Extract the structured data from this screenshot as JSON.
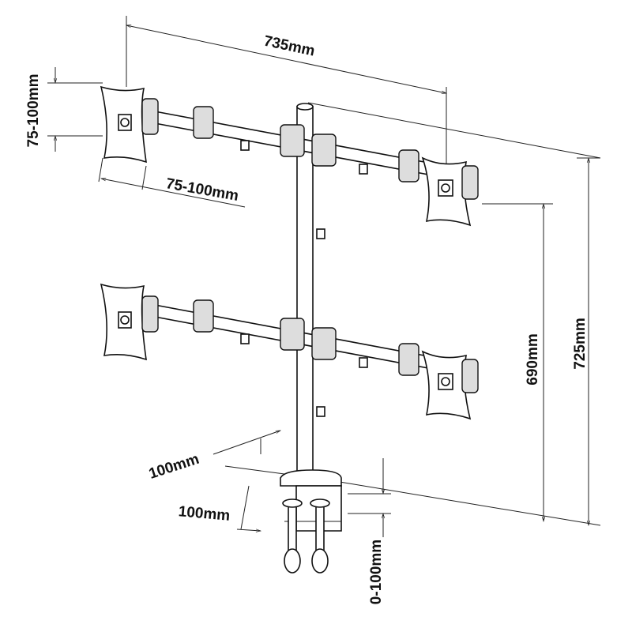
{
  "title": "Quad monitor desk mount dimension diagram",
  "dimensions": {
    "arm_span": "735mm",
    "vesa_vertical": "75-100mm",
    "vesa_horizontal": "75-100mm",
    "arm_spacing_height": "690mm",
    "total_height": "725mm",
    "base_depth": "100mm",
    "base_width": "100mm",
    "clamp_range": "0-100mm"
  }
}
